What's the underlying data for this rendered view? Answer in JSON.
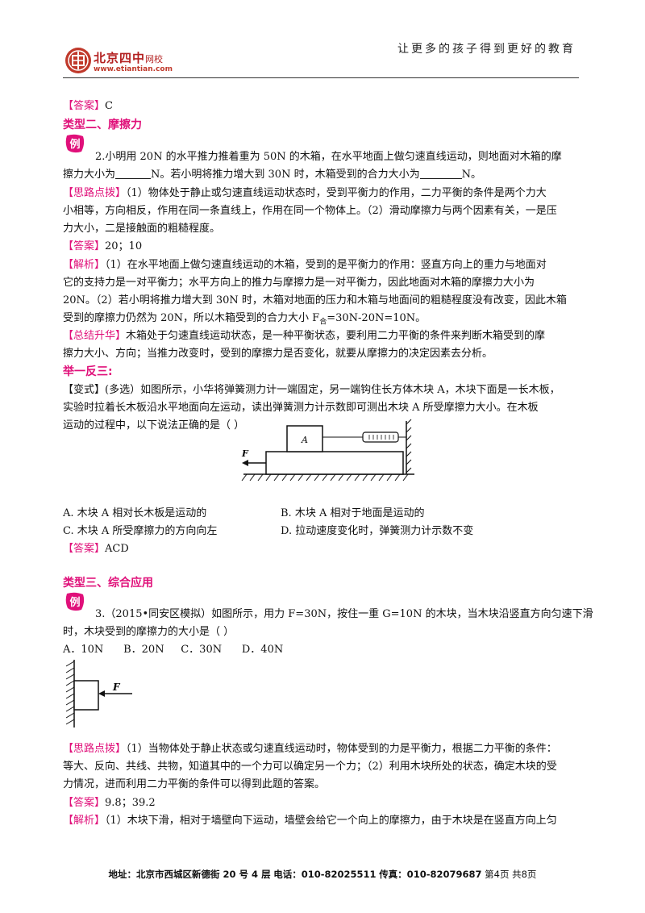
{
  "header": {
    "slogan": "让更多的孩子得到更好的教育",
    "logo_name": "北京四中",
    "logo_suffix": "网校",
    "logo_url": "www.etiantian.com"
  },
  "badge_char": "例",
  "blocks": {
    "ans1": {
      "tag": "【答案】",
      "text": "C"
    },
    "type2": "类型二、摩擦力",
    "q2_l1": "2.小明用 20N 的水平推力推着重为 50N 的木箱，在水平地面上做匀速直线运动，则地面对木箱的摩",
    "q2_l2a": "擦力大小为",
    "q2_l2b": "N。若小明将推力增大到 30N 时，木箱受到的合力大小为",
    "q2_l2c": "N。",
    "hint2_tag": "【思路点拨】",
    "hint2_l1": "（1）物体处于静止或匀速直线运动状态时，受到平衡力的作用，二力平衡的条件是两个力大",
    "hint2_l2": "小相等，方向相反，作用在同一条直线上，作用在同一个物体上。（2）滑动摩擦力与两个因素有关，一是压",
    "hint2_l3": "力大小，二是接触面的粗糙程度。",
    "ans2": {
      "tag": "【答案】",
      "text": "20；10"
    },
    "ana2_tag": "【解析】",
    "ana2_l1": "（1）在水平地面上做匀速直线运动的木箱，受到的是平衡力的作用：竖直方向上的重力与地面对",
    "ana2_l2": "它的支持力是一对平衡力；水平方向上的推力与摩擦力是一对平衡力，因此地面对木箱的摩擦力大小为",
    "ana2_l3": "20N。（2）若小明将推力增大到 30N 时，木箱对地面的压力和木箱与地面间的粗糙程度没有改变，因此木箱",
    "ana2_l4a": "受到的摩擦力仍然为 20N，所以木箱受到的合力大小 F",
    "ana2_l4sub": "合",
    "ana2_l4b": "=30N-20N=10N。",
    "sum_tag": "【总结升华】",
    "sum_l1": "木箱处于匀速直线运动状态，是一种平衡状态，要利用二力平衡的条件来判断木箱受到的摩",
    "sum_l2": "擦力大小、方向；当推力改变时，受到的摩擦力是否变化，就要从摩擦力的决定因素去分析。",
    "juyi": "举一反三:",
    "var_l1": "【变式】(多选）如图所示，小华将弹簧测力计一端固定，另一端钩住长方体木块 A，木块下面是一长木板，",
    "var_l2": "实验时拉着长木板沿水平地面向左运动，读出弹簧测力计示数即可测出木块 A 所受摩擦力大小。在木板",
    "var_l3": "运动的过程中，以下说法正确的是（        ）",
    "optA": "A. 木块 A 相对长木板是运动的",
    "optB": "B. 木块 A 相对于地面是运动的",
    "optC": "C. 木块 A 所受摩擦力的方向向左",
    "optD": "D. 拉动速度变化时，弹簧测力计示数不变",
    "ans3": {
      "tag": "【答案】",
      "text": "ACD"
    },
    "type3": "类型三、综合应用",
    "q3_l1": "3.（2015•同安区模拟）如图所示，用力 F=30N，按住一重 G=10N 的木块，当木块沿竖直方向匀速下滑",
    "q3_l2": "时，木块受到的摩擦力的大小是（      ）",
    "q3_opts": "A．10N      B．20N     C．30N      D．40N",
    "hint3_tag": "【思路点拨】",
    "hint3_l1": "（1）当物体处于静止状态或匀速直线运动时，物体受到的力是平衡力，根据二力平衡的条件：",
    "hint3_l2": "等大、反向、共线、共物，知道其中的一个力可以确定另一个力；（2）利用木块所处的状态，确定木块的受",
    "hint3_l3": "力情况，进而利用二力平衡的条件可以得到此题的答案。",
    "ans4": {
      "tag": "【答案】",
      "text": "9.8；39.2"
    },
    "ana3_tag": "【解析】",
    "ana3_l1": "（1）木块下滑，相对于墙壁向下运动，墙壁会给它一个向上的摩擦力，由于木块是在竖直方向上匀"
  },
  "fig1": {
    "block_label": "A",
    "force_label": "F"
  },
  "fig2": {
    "force_label": "F"
  },
  "footer": {
    "address": "地址：北京市西城区新德街 20 号 4 层",
    "phone": "电话：010-82025511",
    "fax": "传真：010-82079687",
    "page": "第4页  共8页"
  }
}
